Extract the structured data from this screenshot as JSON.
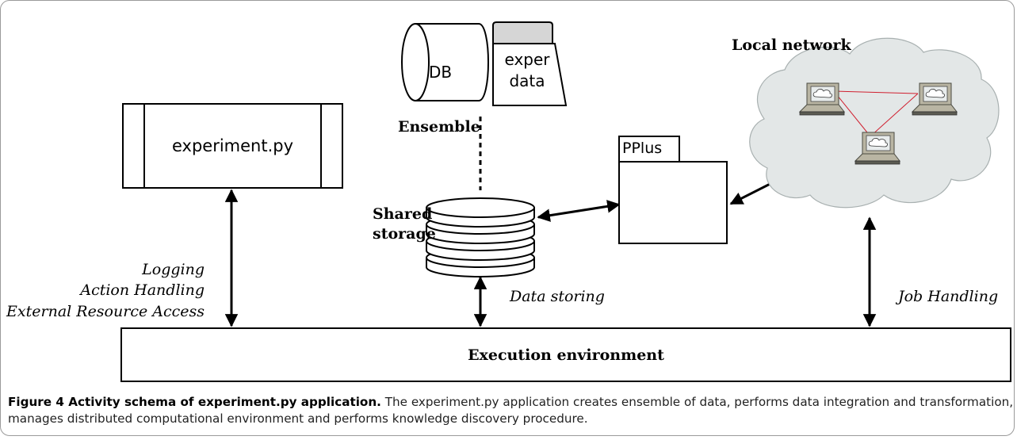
{
  "diagram": {
    "experiment_label": "experiment.py",
    "db_label": "DB",
    "folder_label_line1": "exper",
    "folder_label_line2": "data",
    "ensemble_label": "Ensemble",
    "shared_storage_line1": "Shared",
    "shared_storage_line2": "storage",
    "pplus_label": "PPlus",
    "local_network_label": "Local network",
    "interface_labels": [
      "Logging",
      "Action Handling",
      "External Resource Access"
    ],
    "data_storing_label": "Data storing",
    "job_handling_label": "Job Handling",
    "execution_label": "Execution environment"
  },
  "caption": {
    "title": "Figure 4 Activity schema of experiment.py application.",
    "text": "The experiment.py application creates ensemble of data, performs data integration and transformation, manages distributed computational environment and performs knowledge discovery procedure."
  },
  "colors": {
    "cloud_fill": "#e3e7e7",
    "network_link": "#d02030",
    "folder_tab": "#d6d6d6",
    "frame": "#9a9a9a"
  }
}
